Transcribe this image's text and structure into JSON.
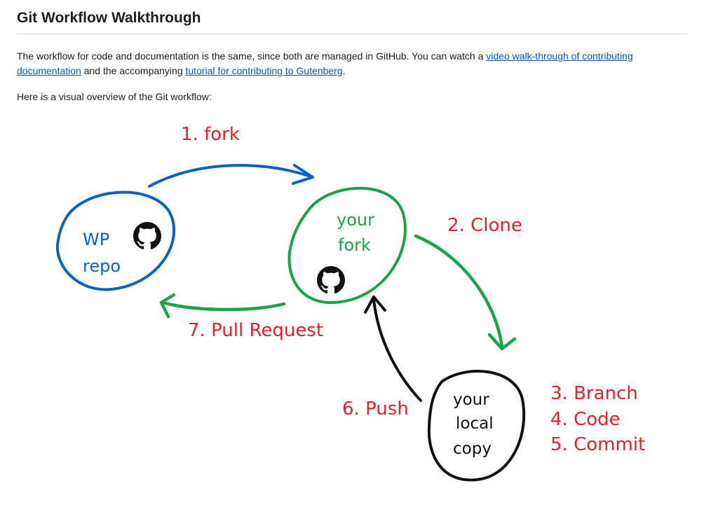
{
  "section": {
    "title": "Git Workflow Walkthrough",
    "intro": {
      "text_before_link1": "The workflow for code and documentation is the same, since both are managed in GitHub. You can watch a ",
      "link1": "video walk-through of contributing documentation",
      "text_between": " and the accompanying ",
      "link2": "tutorial for contributing to Gutenberg",
      "text_after": "."
    },
    "overview_text": "Here is a visual overview of the Git workflow:"
  },
  "diagram": {
    "colors": {
      "blue": "#0a62c2",
      "green": "#1ba24a",
      "black": "#111111",
      "red": "#e0222c"
    },
    "nodes": {
      "wp_repo": {
        "line1": "WP",
        "line2": "repo",
        "icon": "github-icon"
      },
      "your_fork": {
        "line1": "your",
        "line2": "fork",
        "icon": "github-icon"
      },
      "local_copy": {
        "line1": "your",
        "line2": "local",
        "line3": "copy"
      }
    },
    "steps": {
      "fork": "1. fork",
      "clone": "2. Clone",
      "branch": "3. Branch",
      "code": "4. Code",
      "commit": "5. Commit",
      "push": "6. Push",
      "pull_request": "7. Pull Request"
    }
  }
}
